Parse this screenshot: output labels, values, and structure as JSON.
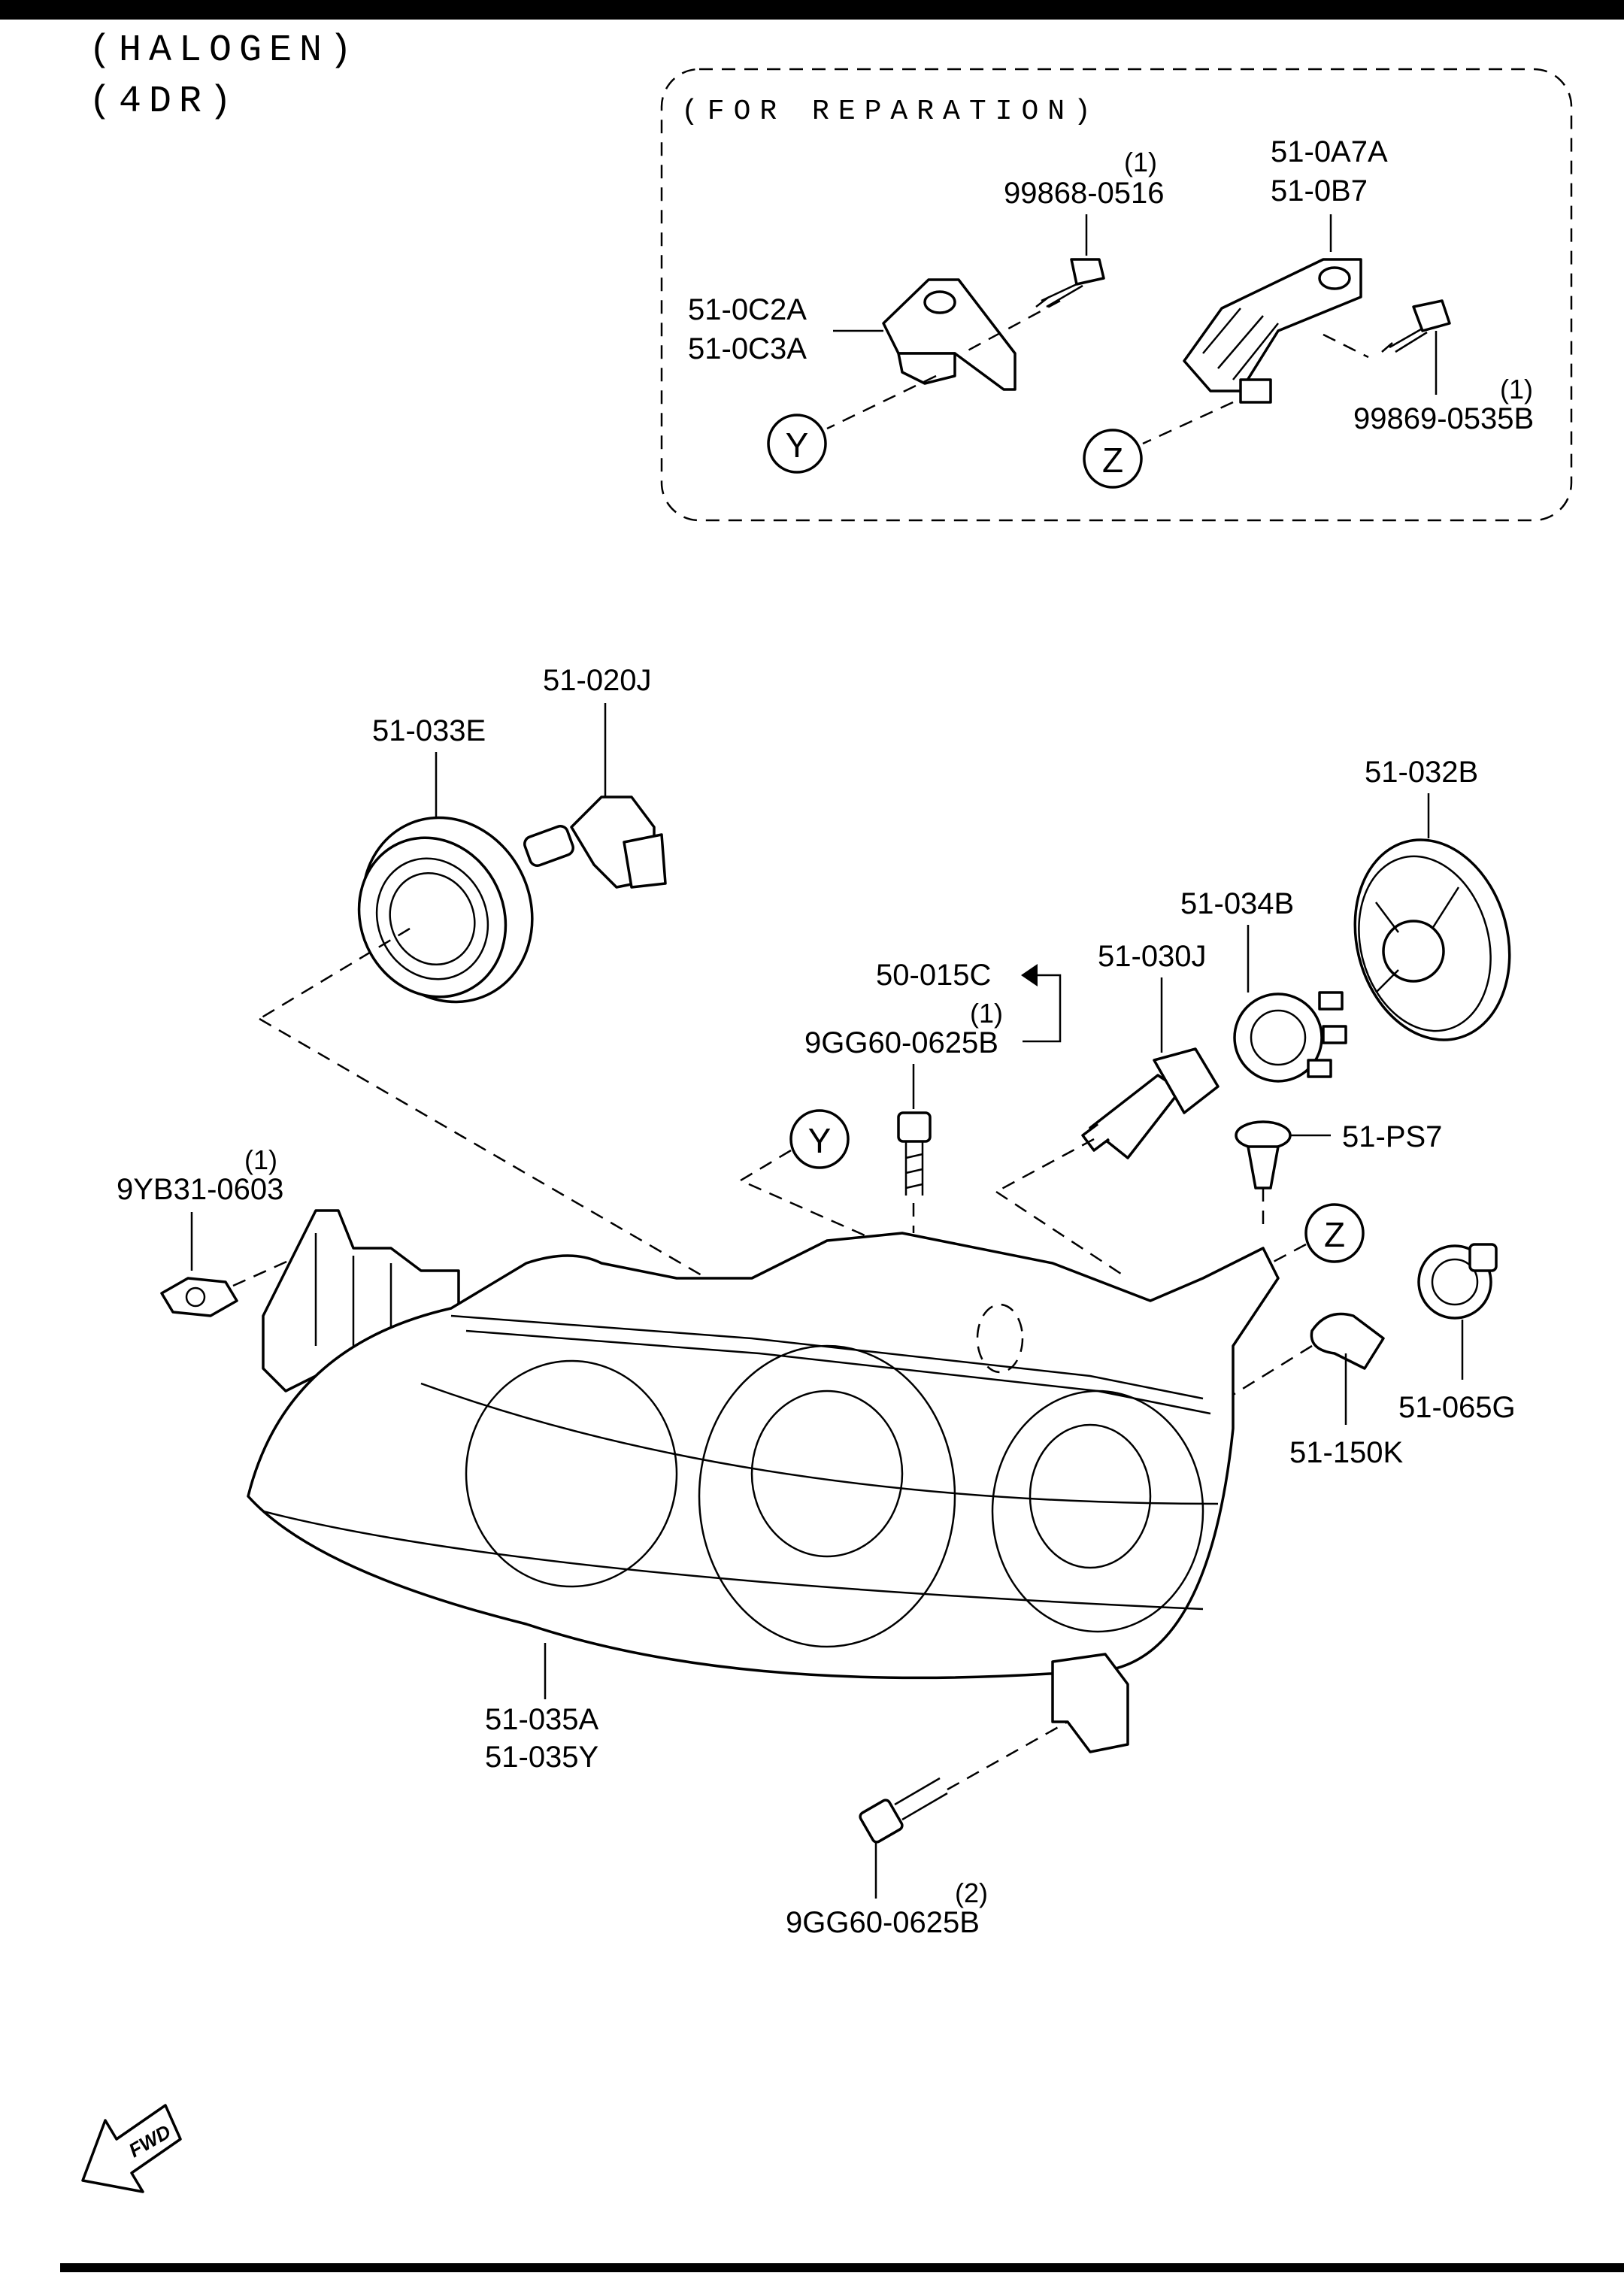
{
  "header": {
    "line1": "(HALOGEN)",
    "line2": "(4DR)"
  },
  "inset": {
    "note": "(FOR REPARATION)",
    "parts": {
      "screw_top": "99868-0516",
      "screw_top_qty": "(1)",
      "bracket_y_a": "51-0C2A",
      "bracket_y_b": "51-0C3A",
      "bracket_z_a": "51-0A7A",
      "bracket_z_b": "51-0B7",
      "screw_right": "99869-0535B",
      "screw_right_qty": "(1)"
    },
    "markers": {
      "y": "Y",
      "z": "Z"
    }
  },
  "parts": {
    "cover_low": "51-033E",
    "bulb_low": "51-020J",
    "cover_high": "51-032B",
    "socket": "51-034B",
    "bulb_high": "51-030J",
    "bolt_group": "50-015C",
    "bolt_mid": "9GG60-0625B",
    "bolt_mid_qty": "(1)",
    "clip_left": "9YB31-0603",
    "clip_left_qty": "(1)",
    "pushpin": "51-PS7",
    "side_socket": "51-065G",
    "side_bulb": "51-150K",
    "headlamp_a": "51-035A",
    "headlamp_b": "51-035Y",
    "bolt_bottom": "9GG60-0625B",
    "bolt_bottom_qty": "(2)"
  },
  "markers": {
    "y": "Y",
    "z": "Z"
  },
  "direction": "FWD"
}
